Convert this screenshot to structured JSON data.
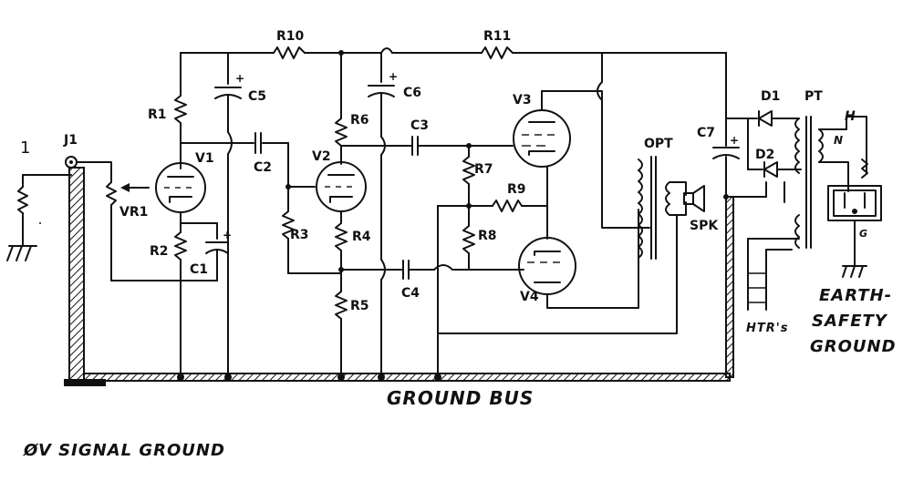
{
  "labels": {
    "input_number": "1",
    "J1": "J1",
    "VR1": "VR1",
    "V1": "V1",
    "V2": "V2",
    "V3": "V3",
    "V4": "V4",
    "R1": "R1",
    "R2": "R2",
    "R3": "R3",
    "R4": "R4",
    "R5": "R5",
    "R6": "R6",
    "R7": "R7",
    "R8": "R8",
    "R9": "R9",
    "R10": "R10",
    "R11": "R11",
    "C1": "C1",
    "C2": "C2",
    "C3": "C3",
    "C4": "C4",
    "C5": "C5",
    "C6": "C6",
    "C7": "C7",
    "D1": "D1",
    "D2": "D2",
    "PT": "PT",
    "OPT": "OPT",
    "SPK": "SPK",
    "H": "H",
    "N": "N",
    "G": "G",
    "htrs": "HTR's",
    "earth_line1": "EARTH-",
    "earth_line2": "SAFETY",
    "earth_line3": "GROUND",
    "ground_bus": "GROUND BUS",
    "signal_ground": "ØV SIGNAL GROUND"
  }
}
